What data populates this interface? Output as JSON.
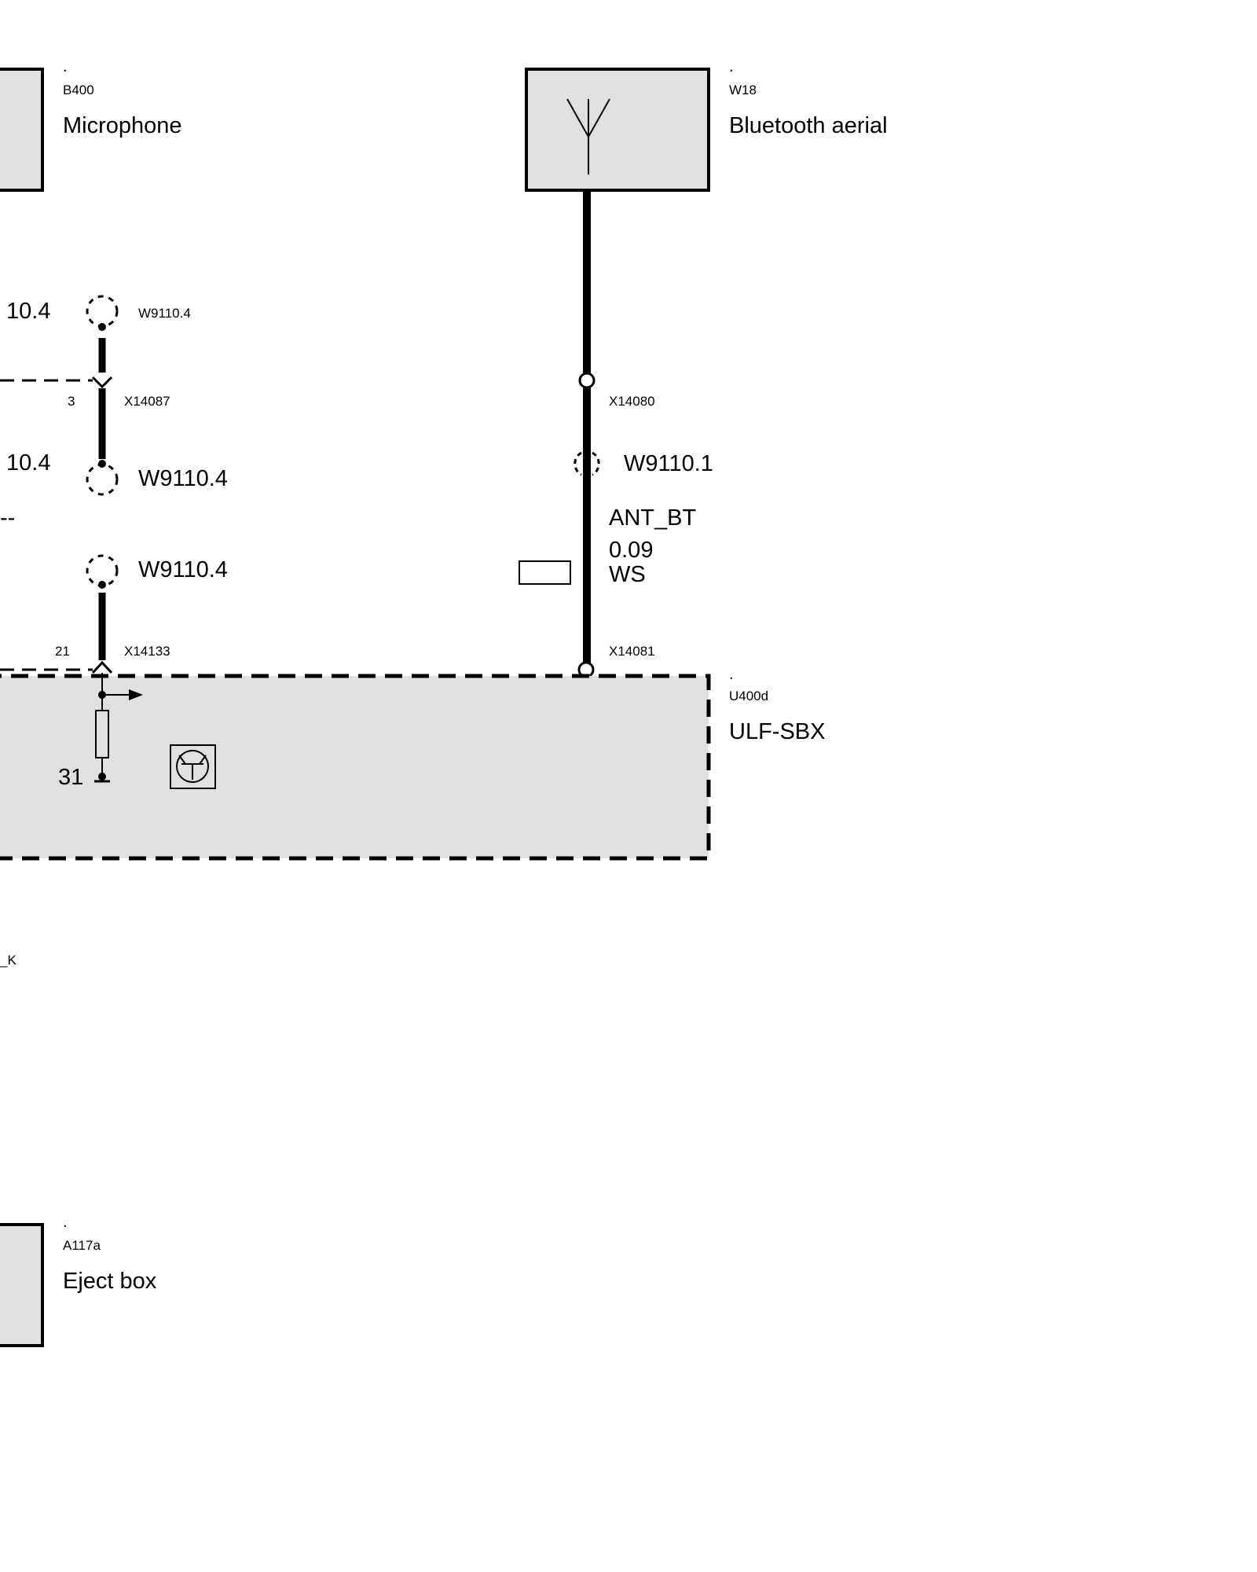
{
  "colors": {
    "box_fill": "#e0e0e0",
    "line": "#000000",
    "background": "#ffffff"
  },
  "components": {
    "microphone": {
      "dot": ".",
      "code": "B400",
      "name": "Microphone"
    },
    "bluetooth_aerial": {
      "dot": ".",
      "code": "W18",
      "name": "Bluetooth aerial"
    },
    "ulf_sbx": {
      "dot": ".",
      "code": "U400d",
      "name": "ULF-SBX"
    },
    "eject_box": {
      "dot": ".",
      "code": "A117a",
      "name": "Eject box"
    }
  },
  "left_wires": {
    "label_upper": "10.4",
    "label_lower": "10.4",
    "dashes": "--",
    "cut_label": "_K"
  },
  "shield_labels": {
    "upper_small": "W9110.4",
    "middle": "W9110.4",
    "lower": "W9110.4",
    "antenna": "W9110.1"
  },
  "connectors": {
    "x14087": {
      "name": "X14087",
      "pin": "3"
    },
    "x14133": {
      "name": "X14133",
      "pin": "21"
    },
    "x14080": {
      "name": "X14080"
    },
    "x14081": {
      "name": "X14081"
    }
  },
  "antenna_wire": {
    "signal": "ANT_BT",
    "cross_section": "0.09",
    "color_code": "WS"
  },
  "ground": {
    "label": "31"
  },
  "icons": {
    "antenna": "antenna-symbol-icon",
    "transistor": "transistor-icon",
    "resistor": "resistor-icon",
    "arrow": "arrow-right-icon",
    "ground": "ground-icon",
    "shield": "shield-icon"
  }
}
